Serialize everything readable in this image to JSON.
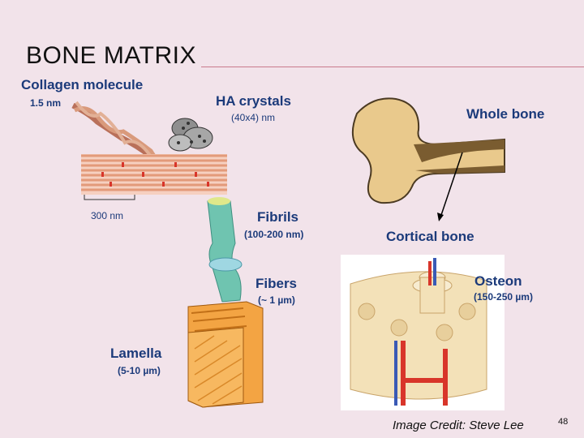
{
  "title": "BONE MATRIX",
  "labels": {
    "collagen_molecule": "Collagen molecule",
    "collagen_size": "1.5 nm",
    "ha_crystals": "HA crystals",
    "ha_size": "(40x4) nm",
    "scale_300": "300 nm",
    "fibrils": "Fibrils",
    "fibrils_size": "(100-200 nm)",
    "fibers": "Fibers",
    "fibers_size": "(~ 1 µm)",
    "lamella": "Lamella",
    "lamella_size": "(5-10 µm)",
    "whole_bone": "Whole bone",
    "cortical_bone": "Cortical bone",
    "osteon": "Osteon",
    "osteon_size": "(150-250 µm)"
  },
  "credit": "Image Credit: Steve Lee",
  "page_number": "48",
  "colors": {
    "background": "#f2e3ea",
    "label": "#1b3a7a",
    "bone": "#e9c98c",
    "collagen": "#c98a6a",
    "fibril": "#6fc4b0",
    "lamella": "#f0a040"
  }
}
